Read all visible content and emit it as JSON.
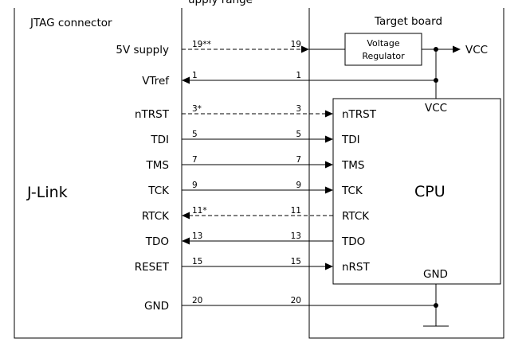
{
  "top_fragment": "upply range",
  "jtag_header": "JTAG connector",
  "jlink_label": "J-Link",
  "target_header": "Target board",
  "regulator": {
    "line1": "Voltage",
    "line2": "Regulator"
  },
  "vcc_out": "VCC",
  "cpu": {
    "label": "CPU",
    "vcc": "VCC",
    "gnd": "GND"
  },
  "signals": [
    {
      "name": "5V supply",
      "pin_left": "19**",
      "pin_right": "19",
      "dashed": true,
      "dir": "right",
      "cpu_pin": ""
    },
    {
      "name": "VTref",
      "pin_left": "1",
      "pin_right": "1",
      "dashed": false,
      "dir": "left",
      "cpu_pin": ""
    },
    {
      "name": "nTRST",
      "pin_left": "3*",
      "pin_right": "3",
      "dashed": true,
      "dir": "right",
      "cpu_pin": "nTRST"
    },
    {
      "name": "TDI",
      "pin_left": "5",
      "pin_right": "5",
      "dashed": false,
      "dir": "right",
      "cpu_pin": "TDI"
    },
    {
      "name": "TMS",
      "pin_left": "7",
      "pin_right": "7",
      "dashed": false,
      "dir": "right",
      "cpu_pin": "TMS"
    },
    {
      "name": "TCK",
      "pin_left": "9",
      "pin_right": "9",
      "dashed": false,
      "dir": "right",
      "cpu_pin": "TCK"
    },
    {
      "name": "RTCK",
      "pin_left": "11*",
      "pin_right": "11",
      "dashed": true,
      "dir": "left",
      "cpu_pin": "RTCK"
    },
    {
      "name": "TDO",
      "pin_left": "13",
      "pin_right": "13",
      "dashed": false,
      "dir": "left",
      "cpu_pin": "TDO"
    },
    {
      "name": "RESET",
      "pin_left": "15",
      "pin_right": "15",
      "dashed": false,
      "dir": "right",
      "cpu_pin": "nRST"
    },
    {
      "name": "GND",
      "pin_left": "20",
      "pin_right": "20",
      "dashed": false,
      "dir": "none",
      "cpu_pin": ""
    }
  ]
}
